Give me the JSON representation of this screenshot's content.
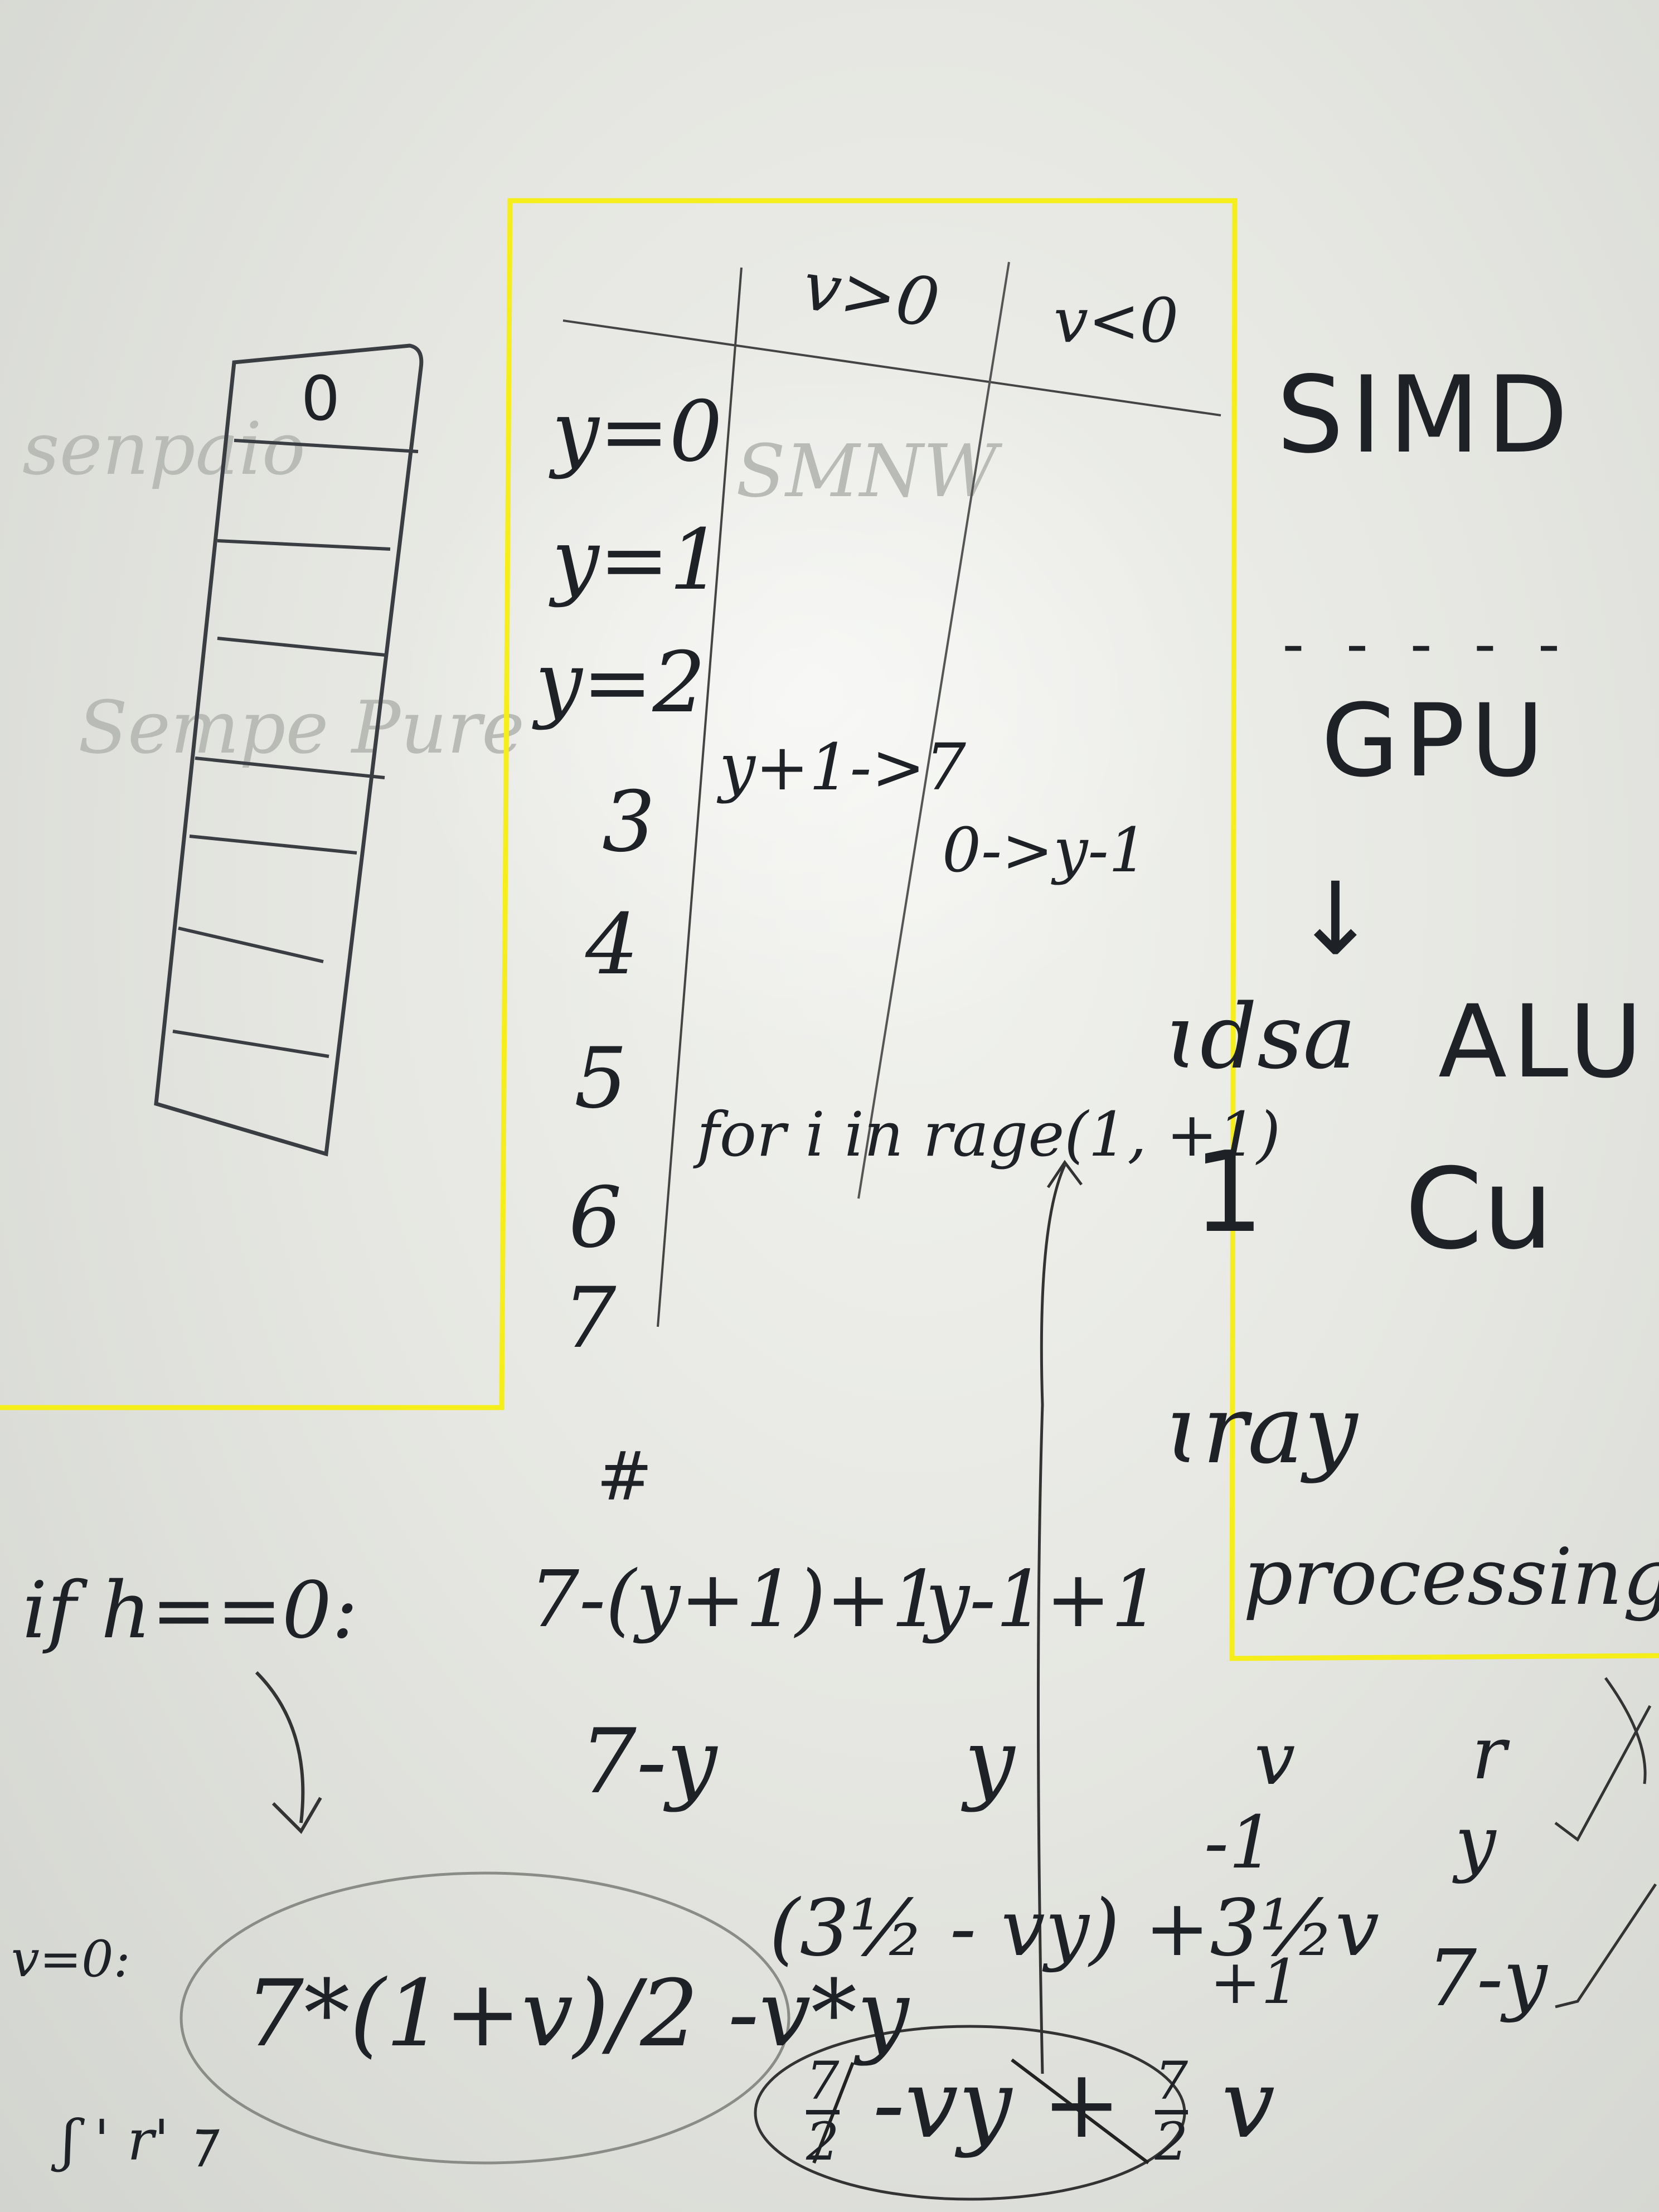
{
  "board": {
    "stack_diagram": {
      "top_cell_value": "0"
    },
    "table": {
      "column_headers": [
        "v>0",
        "v<0"
      ],
      "row_labels": [
        "y=0",
        "y=1",
        "y=2",
        "3",
        "4",
        "5",
        "6",
        "7"
      ],
      "range_v_pos": "y+1->7",
      "range_v_neg": "0->y-1",
      "loop_code": "for i in rage(1, +1)",
      "hash_mark": "#"
    },
    "right_notes": {
      "simd": "SIMD",
      "dashes": "- - - - -",
      "gpu": "GPU",
      "arrow": "↓",
      "isa_fragment": "ɩdsa",
      "alu": "ALU",
      "one": "1",
      "cu": "Cu",
      "array_fragment": "ɩray",
      "processing": "processing"
    },
    "counts": {
      "condition": "if h==0:",
      "count_v_pos": "7-(y+1)+1",
      "count_v_neg": "y-1+1",
      "simplified_v_pos": "7-y",
      "simplified_v_neg": "y"
    },
    "mapping": {
      "v_header": "v",
      "r_header": "r",
      "v_row1": "-1",
      "r_row1": "y",
      "v_row2": "+1",
      "r_row2": "7-y"
    },
    "formulas": {
      "v_zero": "v=0:",
      "main": "7*(1+v)/2 -v*y",
      "expanded": "(3½ - vy) +3½v",
      "expanded_half": "½",
      "reduced_num": "7",
      "reduced_den": "2",
      "reduced_rest": "-vy +",
      "reduced_frac_num": "7",
      "reduced_frac_den": "2",
      "reduced_tail": "v",
      "bottom_scribble": "ʃ ' r' ⁊"
    },
    "highlight_color": "#f6ee1a",
    "ink_color": "#1e2226"
  }
}
